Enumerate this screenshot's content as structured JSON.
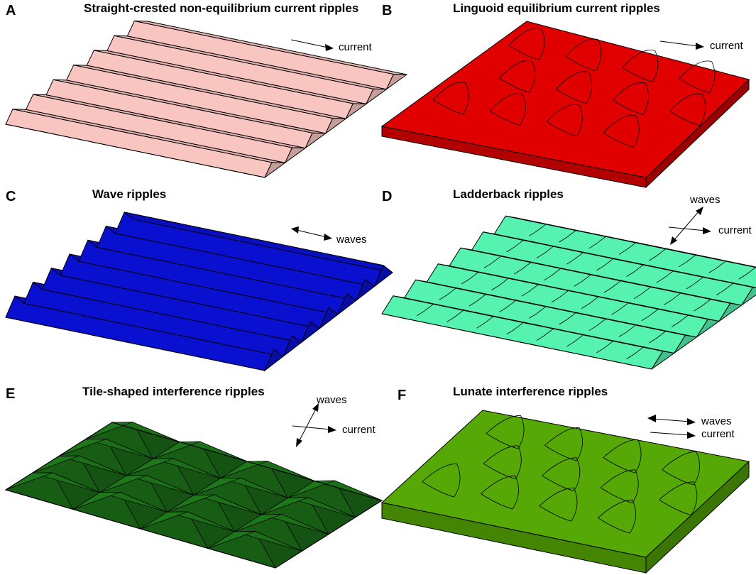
{
  "colors": {
    "A": "#f9c5c1",
    "B": "#e00000",
    "C": "#0a10d0",
    "D": "#55f2b0",
    "E": "#1b6f18",
    "F": "#55a805",
    "edge": "#000000"
  },
  "panels": [
    {
      "letter": "A",
      "title": "Straight-crested non-equilibrium current ripples",
      "arrows": [
        {
          "type": "single",
          "label": "current"
        }
      ]
    },
    {
      "letter": "B",
      "title": "Linguoid equilibrium current ripples",
      "arrows": [
        {
          "type": "single",
          "label": "current"
        }
      ]
    },
    {
      "letter": "C",
      "title": "Wave ripples",
      "arrows": [
        {
          "type": "double",
          "label": "waves"
        }
      ]
    },
    {
      "letter": "D",
      "title": "Ladderback ripples",
      "arrows": [
        {
          "type": "double",
          "label": "waves"
        },
        {
          "type": "single",
          "label": "current"
        }
      ]
    },
    {
      "letter": "E",
      "title": "Tile-shaped interference ripples",
      "arrows": [
        {
          "type": "double",
          "label": "waves"
        },
        {
          "type": "single",
          "label": "current"
        }
      ]
    },
    {
      "letter": "F",
      "title": "Lunate interference ripples",
      "arrows": [
        {
          "type": "double",
          "label": "waves"
        },
        {
          "type": "single",
          "label": "current"
        }
      ]
    }
  ]
}
